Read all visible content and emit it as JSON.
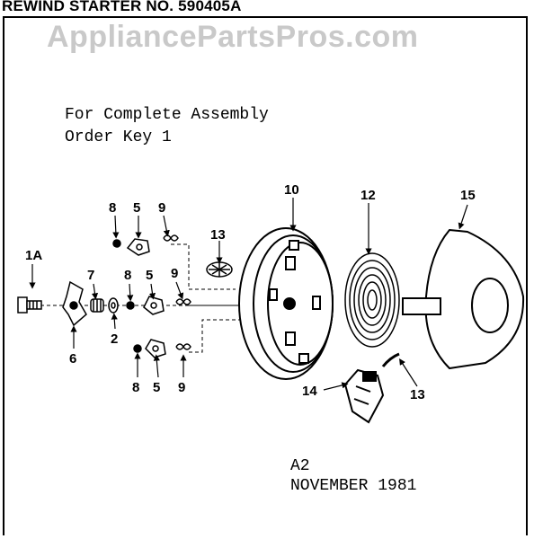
{
  "header": {
    "title": "REWIND STARTER NO. 590405A"
  },
  "watermark": {
    "text": "AppliancePartsPros.com"
  },
  "note": {
    "line1": "For Complete Assembly",
    "line2": "Order Key 1"
  },
  "footer": {
    "code": "A2",
    "date": "NOVEMBER 1981"
  },
  "callouts": {
    "c1a": "1A",
    "c2": "2",
    "c5a": "5",
    "c5b": "5",
    "c5c": "5",
    "c6": "6",
    "c7": "7",
    "c8a": "8",
    "c8b": "8",
    "c8c": "8",
    "c9a": "9",
    "c9b": "9",
    "c9c": "9",
    "c10": "10",
    "c12": "12",
    "c13a": "13",
    "c13b": "13",
    "c14": "14",
    "c15": "15"
  },
  "colors": {
    "ink": "#000000",
    "watermark": "#c9c9c9",
    "background": "#ffffff"
  }
}
